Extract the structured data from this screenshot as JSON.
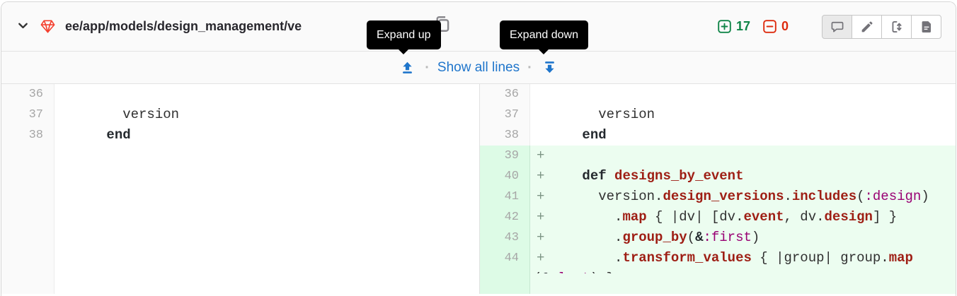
{
  "file_header": {
    "file_path": "ee/app/models/design_management/ve",
    "additions": "17",
    "deletions": "0",
    "buttons": [
      {
        "name": "toggle-comments-button",
        "icon": "comment-icon",
        "active": true
      },
      {
        "name": "edit-file-button",
        "icon": "pencil-icon",
        "active": false
      },
      {
        "name": "compare-versions-button",
        "icon": "compare-versions-icon",
        "active": false
      },
      {
        "name": "view-file-button",
        "icon": "file-document-icon",
        "active": false
      }
    ]
  },
  "tooltips": {
    "expand_up": "Expand up",
    "expand_down": "Expand down"
  },
  "expand_bar": {
    "show_all_lines": "Show all lines",
    "separator": "·"
  },
  "colors": {
    "link_blue": "#1f75cb",
    "addition_green": "#108548",
    "deletion_red": "#dd2b0e",
    "added_line_bg": "#ecfdf0",
    "added_gutter_bg": "#ddfbe6",
    "keyword_color": "#24292e",
    "method_color": "#9e1e14",
    "symbol_color": "#990073",
    "tooltip_bg": "#000000",
    "gem_icon_red": "#f4402f"
  },
  "diff": {
    "addition_sign": "+",
    "left_lines": [
      {
        "num": "36",
        "segments": []
      },
      {
        "num": "37",
        "segments": [
          {
            "text": "        version"
          }
        ]
      },
      {
        "num": "38",
        "segments": [
          {
            "text": "      "
          },
          {
            "text": "end",
            "style": "keyword"
          }
        ]
      }
    ],
    "right_lines": [
      {
        "num": "36",
        "segments": []
      },
      {
        "num": "37",
        "segments": [
          {
            "text": "        version"
          }
        ]
      },
      {
        "num": "38",
        "segments": [
          {
            "text": "      "
          },
          {
            "text": "end",
            "style": "keyword"
          }
        ]
      },
      {
        "num": "39",
        "added": true,
        "segments": []
      },
      {
        "num": "40",
        "added": true,
        "segments": [
          {
            "text": "      "
          },
          {
            "text": "def",
            "style": "keyword"
          },
          {
            "text": " "
          },
          {
            "text": "designs_by_event",
            "style": "method"
          }
        ]
      },
      {
        "num": "41",
        "added": true,
        "segments": [
          {
            "text": "        version."
          },
          {
            "text": "design_versions",
            "style": "method"
          },
          {
            "text": "."
          },
          {
            "text": "includes",
            "style": "method"
          },
          {
            "text": "("
          },
          {
            "text": ":design",
            "style": "symbol"
          },
          {
            "text": ")"
          }
        ]
      },
      {
        "num": "42",
        "added": true,
        "segments": [
          {
            "text": "          ."
          },
          {
            "text": "map",
            "style": "method"
          },
          {
            "text": " { |dv| [dv."
          },
          {
            "text": "event",
            "style": "method"
          },
          {
            "text": ", dv."
          },
          {
            "text": "design",
            "style": "method"
          },
          {
            "text": "] }"
          }
        ]
      },
      {
        "num": "43",
        "added": true,
        "segments": [
          {
            "text": "          ."
          },
          {
            "text": "group_by",
            "style": "method"
          },
          {
            "text": "("
          },
          {
            "text": "&",
            "style": "operator"
          },
          {
            "text": ":first",
            "style": "symbol"
          },
          {
            "text": ")"
          }
        ]
      },
      {
        "num": "44",
        "added": true,
        "segments": [
          {
            "text": "          ."
          },
          {
            "text": "transform_values",
            "style": "method"
          },
          {
            "text": " { |group| group."
          },
          {
            "text": "map",
            "style": "method"
          },
          {
            "text": "("
          },
          {
            "text": "&",
            "style": "operator"
          },
          {
            "text": ":last",
            "style": "symbol"
          },
          {
            "text": ") }"
          }
        ]
      }
    ]
  }
}
